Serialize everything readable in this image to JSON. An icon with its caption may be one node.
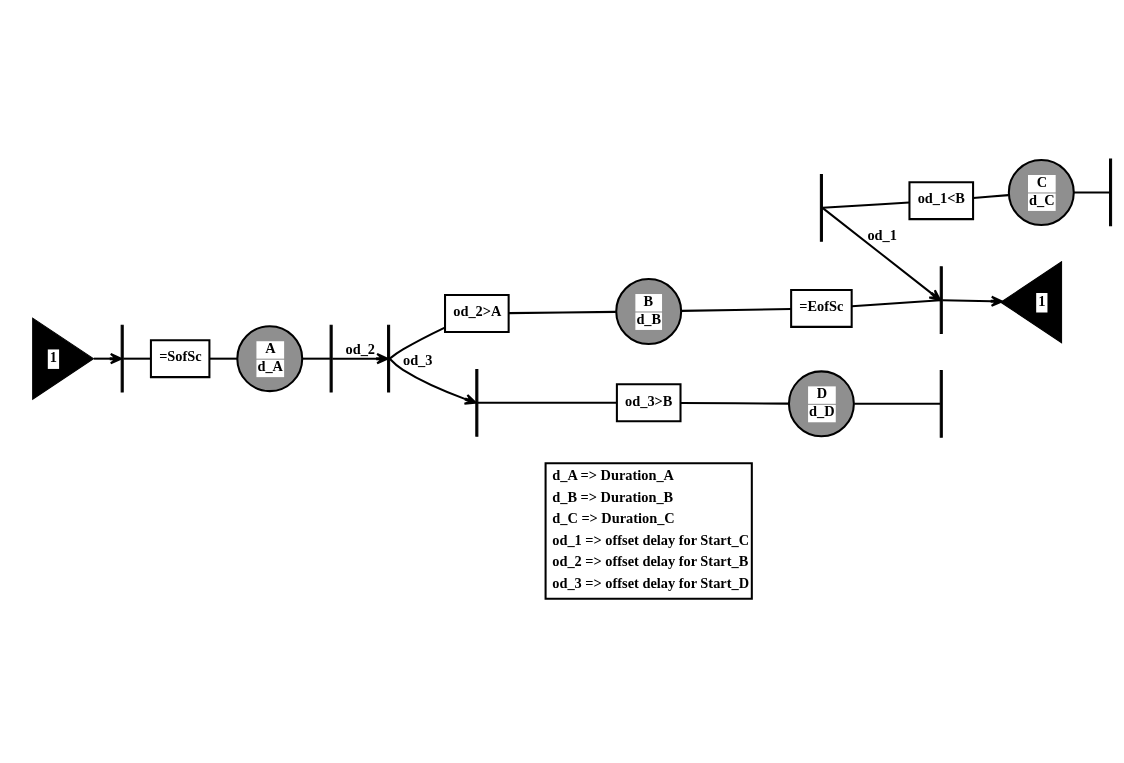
{
  "diagram": {
    "nodes": [
      {
        "text": [],
        "shape": "bar"
      },
      {
        "text": [
          "od_1<B"
        ]
      },
      {
        "text": [
          "C",
          "d_C"
        ]
      },
      {
        "text": [],
        "shape": "bar"
      },
      {
        "text": [
          "1"
        ]
      },
      {
        "text": [
          "1"
        ]
      },
      {
        "text": [],
        "shape": "bar"
      },
      {
        "text": [
          "=SofSc"
        ]
      },
      {
        "text": [
          "A",
          "d_A"
        ]
      },
      {
        "text": [],
        "shape": "bar"
      },
      {
        "text": [],
        "shape": "bar"
      },
      {
        "text": [
          "od_2>A"
        ]
      },
      {
        "text": [
          "B",
          "d_B"
        ]
      },
      {
        "text": [
          "=EofSc"
        ]
      },
      {
        "text": [],
        "shape": "bar"
      },
      {
        "text": [],
        "shape": "bar"
      },
      {
        "text": [
          "od_3>B"
        ]
      },
      {
        "text": [
          "D",
          "d_D"
        ]
      },
      {
        "text": [],
        "shape": "bar"
      }
    ],
    "edges": [
      {
        "from": 0,
        "to": 1,
        "arrow": "none"
      },
      {
        "from": 1,
        "to": 2,
        "arrow": "none"
      },
      {
        "from": 2,
        "to": 3,
        "arrow": "none"
      },
      {
        "from": 4,
        "to": 6,
        "arrow": "to"
      },
      {
        "from": 6,
        "to": 7,
        "arrow": "none"
      },
      {
        "from": 7,
        "to": 8,
        "arrow": "none"
      },
      {
        "from": 8,
        "to": 9,
        "arrow": "none"
      },
      {
        "from": 9,
        "to": 10,
        "arrow": "to",
        "label": "od_2"
      },
      {
        "from": 10,
        "to": 11,
        "arrow": "none"
      },
      {
        "from": 11,
        "to": 12,
        "arrow": "none"
      },
      {
        "from": 12,
        "to": 13,
        "arrow": "none"
      },
      {
        "from": 13,
        "to": 14,
        "arrow": "none"
      },
      {
        "from": 14,
        "to": 5,
        "arrow": "to"
      },
      {
        "from": 10,
        "to": 15,
        "arrow": "to",
        "label": "od_3"
      },
      {
        "from": 15,
        "to": 16,
        "arrow": "none"
      },
      {
        "from": 16,
        "to": 17,
        "arrow": "none"
      },
      {
        "from": 17,
        "to": 18,
        "arrow": "none"
      },
      {
        "from": 0,
        "to": 14,
        "arrow": "to",
        "label": "od_1"
      }
    ],
    "labels": [
      "d_A => Duration_A",
      "d_B => Duration_B",
      "d_C => Duration_C",
      "od_1 => offset delay for Start_C",
      "od_2 => offset delay for Start_B",
      "od_3 => offset delay for Start_D"
    ]
  }
}
